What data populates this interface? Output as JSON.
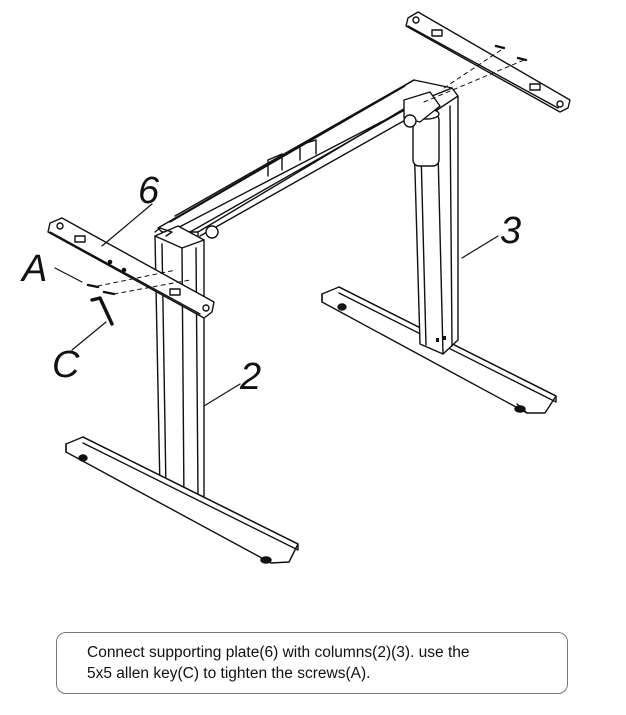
{
  "labels": {
    "supporting_plate": "6",
    "screws": "A",
    "allen_key": "C",
    "column_left": "2",
    "column_right": "3"
  },
  "caption": {
    "line1": "Connect supporting plate(6) with columns(2)(3). use the",
    "line2": "5x5 allen key(C) to tighten the screws(A)."
  }
}
